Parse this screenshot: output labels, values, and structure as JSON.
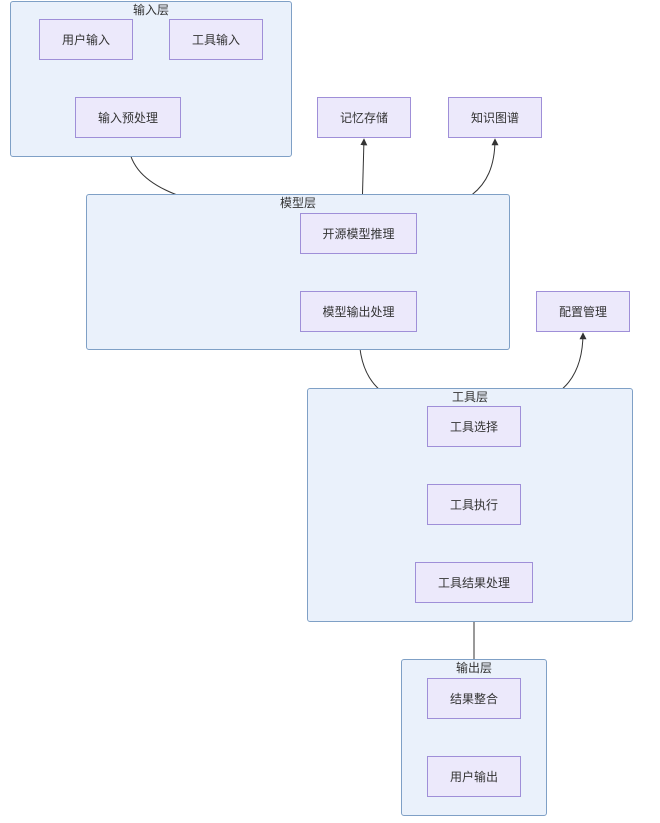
{
  "colors": {
    "cluster_fill": "#eaf1fb",
    "cluster_border": "#7fa0c6",
    "node_fill": "#ece9fb",
    "node_border": "#9f8fd8",
    "edge": "#333333"
  },
  "clusters": {
    "input": "输入层",
    "model": "模型层",
    "tool": "工具层",
    "output": "输出层"
  },
  "nodes": {
    "user_input": "用户输入",
    "tool_input": "工具输入",
    "input_preprocess": "输入预处理",
    "memory_store": "记忆存储",
    "knowledge_graph": "知识图谱",
    "model_inference": "开源模型推理",
    "model_output": "模型输出处理",
    "config_mgmt": "配置管理",
    "tool_select": "工具选择",
    "tool_exec": "工具执行",
    "tool_result": "工具结果处理",
    "result_merge": "结果整合",
    "user_output": "用户输出"
  }
}
